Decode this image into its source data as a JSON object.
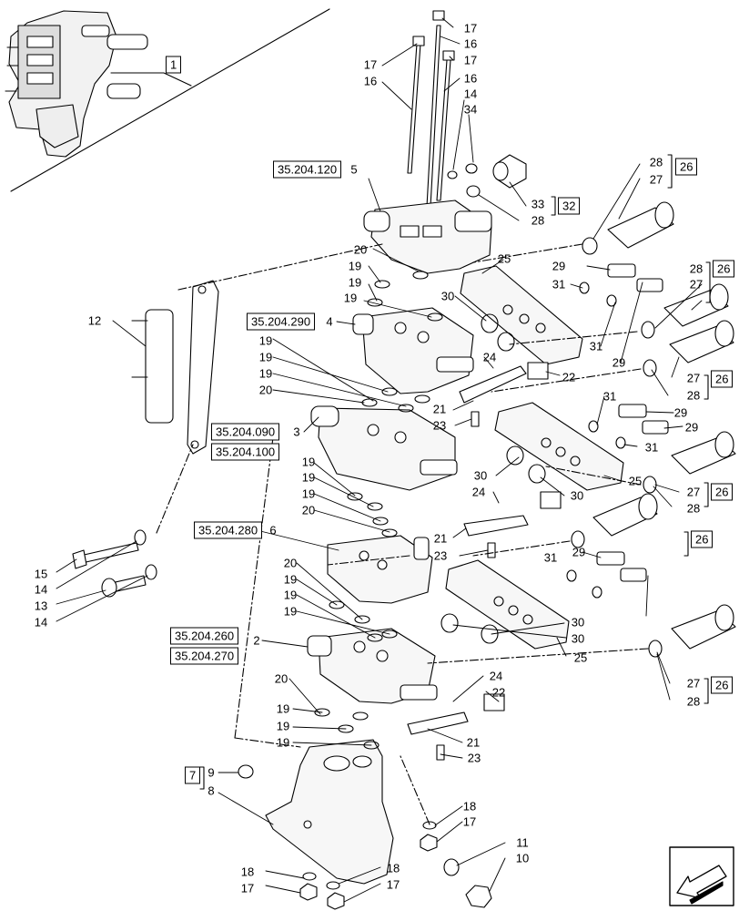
{
  "references": [
    {
      "id": "ref-35-204-120",
      "text": "35.204.120"
    },
    {
      "id": "ref-35-204-290",
      "text": "35.204.290"
    },
    {
      "id": "ref-35-204-090",
      "text": "35.204.090"
    },
    {
      "id": "ref-35-204-100",
      "text": "35.204.100"
    },
    {
      "id": "ref-35-204-280",
      "text": "35.204.280"
    },
    {
      "id": "ref-35-204-260",
      "text": "35.204.260"
    },
    {
      "id": "ref-35-204-270",
      "text": "35.204.270"
    }
  ],
  "kits": [
    "1",
    "26",
    "32",
    "26",
    "26",
    "26",
    "26",
    "26",
    "7"
  ],
  "callouts": [
    "17",
    "16",
    "17",
    "17",
    "16",
    "16",
    "14",
    "34",
    "5",
    "28",
    "27",
    "33",
    "28",
    "20",
    "19",
    "19",
    "19",
    "25",
    "29",
    "31",
    "30",
    "28",
    "27",
    "4",
    "24",
    "22",
    "31",
    "29",
    "27",
    "28",
    "12",
    "19",
    "19",
    "19",
    "20",
    "21",
    "23",
    "3",
    "31",
    "29",
    "29",
    "31",
    "19",
    "19",
    "19",
    "20",
    "24",
    "30",
    "30",
    "25",
    "27",
    "28",
    "6",
    "21",
    "23",
    "29",
    "31",
    "20",
    "19",
    "19",
    "19",
    "30",
    "30",
    "25",
    "2",
    "20",
    "24",
    "22",
    "19",
    "19",
    "19",
    "21",
    "23",
    "27",
    "28",
    "15",
    "14",
    "13",
    "14",
    "9",
    "8",
    "18",
    "17",
    "11",
    "10",
    "18",
    "17",
    "18",
    "17"
  ]
}
